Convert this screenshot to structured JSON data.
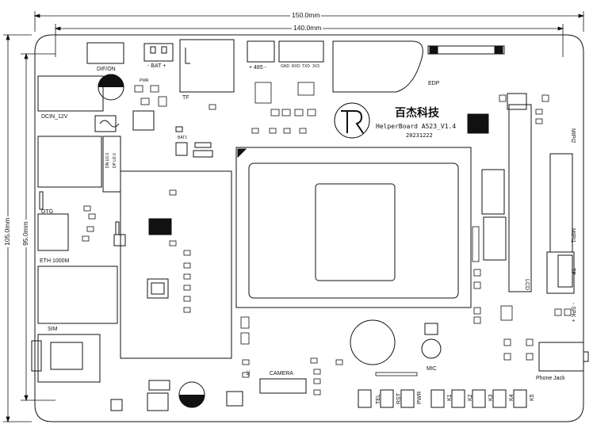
{
  "diagram": {
    "dimensions": {
      "width_150": "150.0mm",
      "width_140": "140.0mm",
      "height_105": "105.0mm",
      "height_95": "95.0mm"
    },
    "connectors": {
      "dif_on": "DIF/ON",
      "bat": "- BAT +",
      "pwr_led": "PWR",
      "tf": "TF",
      "rs485": "+ 485 -",
      "pin_labels": [
        "GND",
        "RXD",
        "TXD",
        "3V3"
      ],
      "edp": "EDP",
      "dcin": "DCIN_12V",
      "otg": "OTG",
      "eth": "ETH 1000M",
      "sim": "SIM",
      "usb_dn": "DN U2.0",
      "usb_dp": "DP U2.0",
      "mipi2": "MIPI2",
      "mipi1": "MIPI1",
      "tp": "TP",
      "lcd": "LCD",
      "spk": "- SPK +",
      "phone_jack": "Phone Jack",
      "camera": "CAMERA",
      "mic": "MIC",
      "ac": "AC",
      "bat1": "BAT1"
    },
    "buttons": [
      "TEL",
      "RST",
      "PWR",
      "K1",
      "K2",
      "K3",
      "K4",
      "K5"
    ],
    "brand": {
      "chinese_name": "百杰科技",
      "model": "HelperBoard A523_V1.4",
      "date": "20231222"
    },
    "colors": {
      "line": "#111111",
      "background": "#ffffff",
      "fill_dark": "#000000"
    }
  }
}
